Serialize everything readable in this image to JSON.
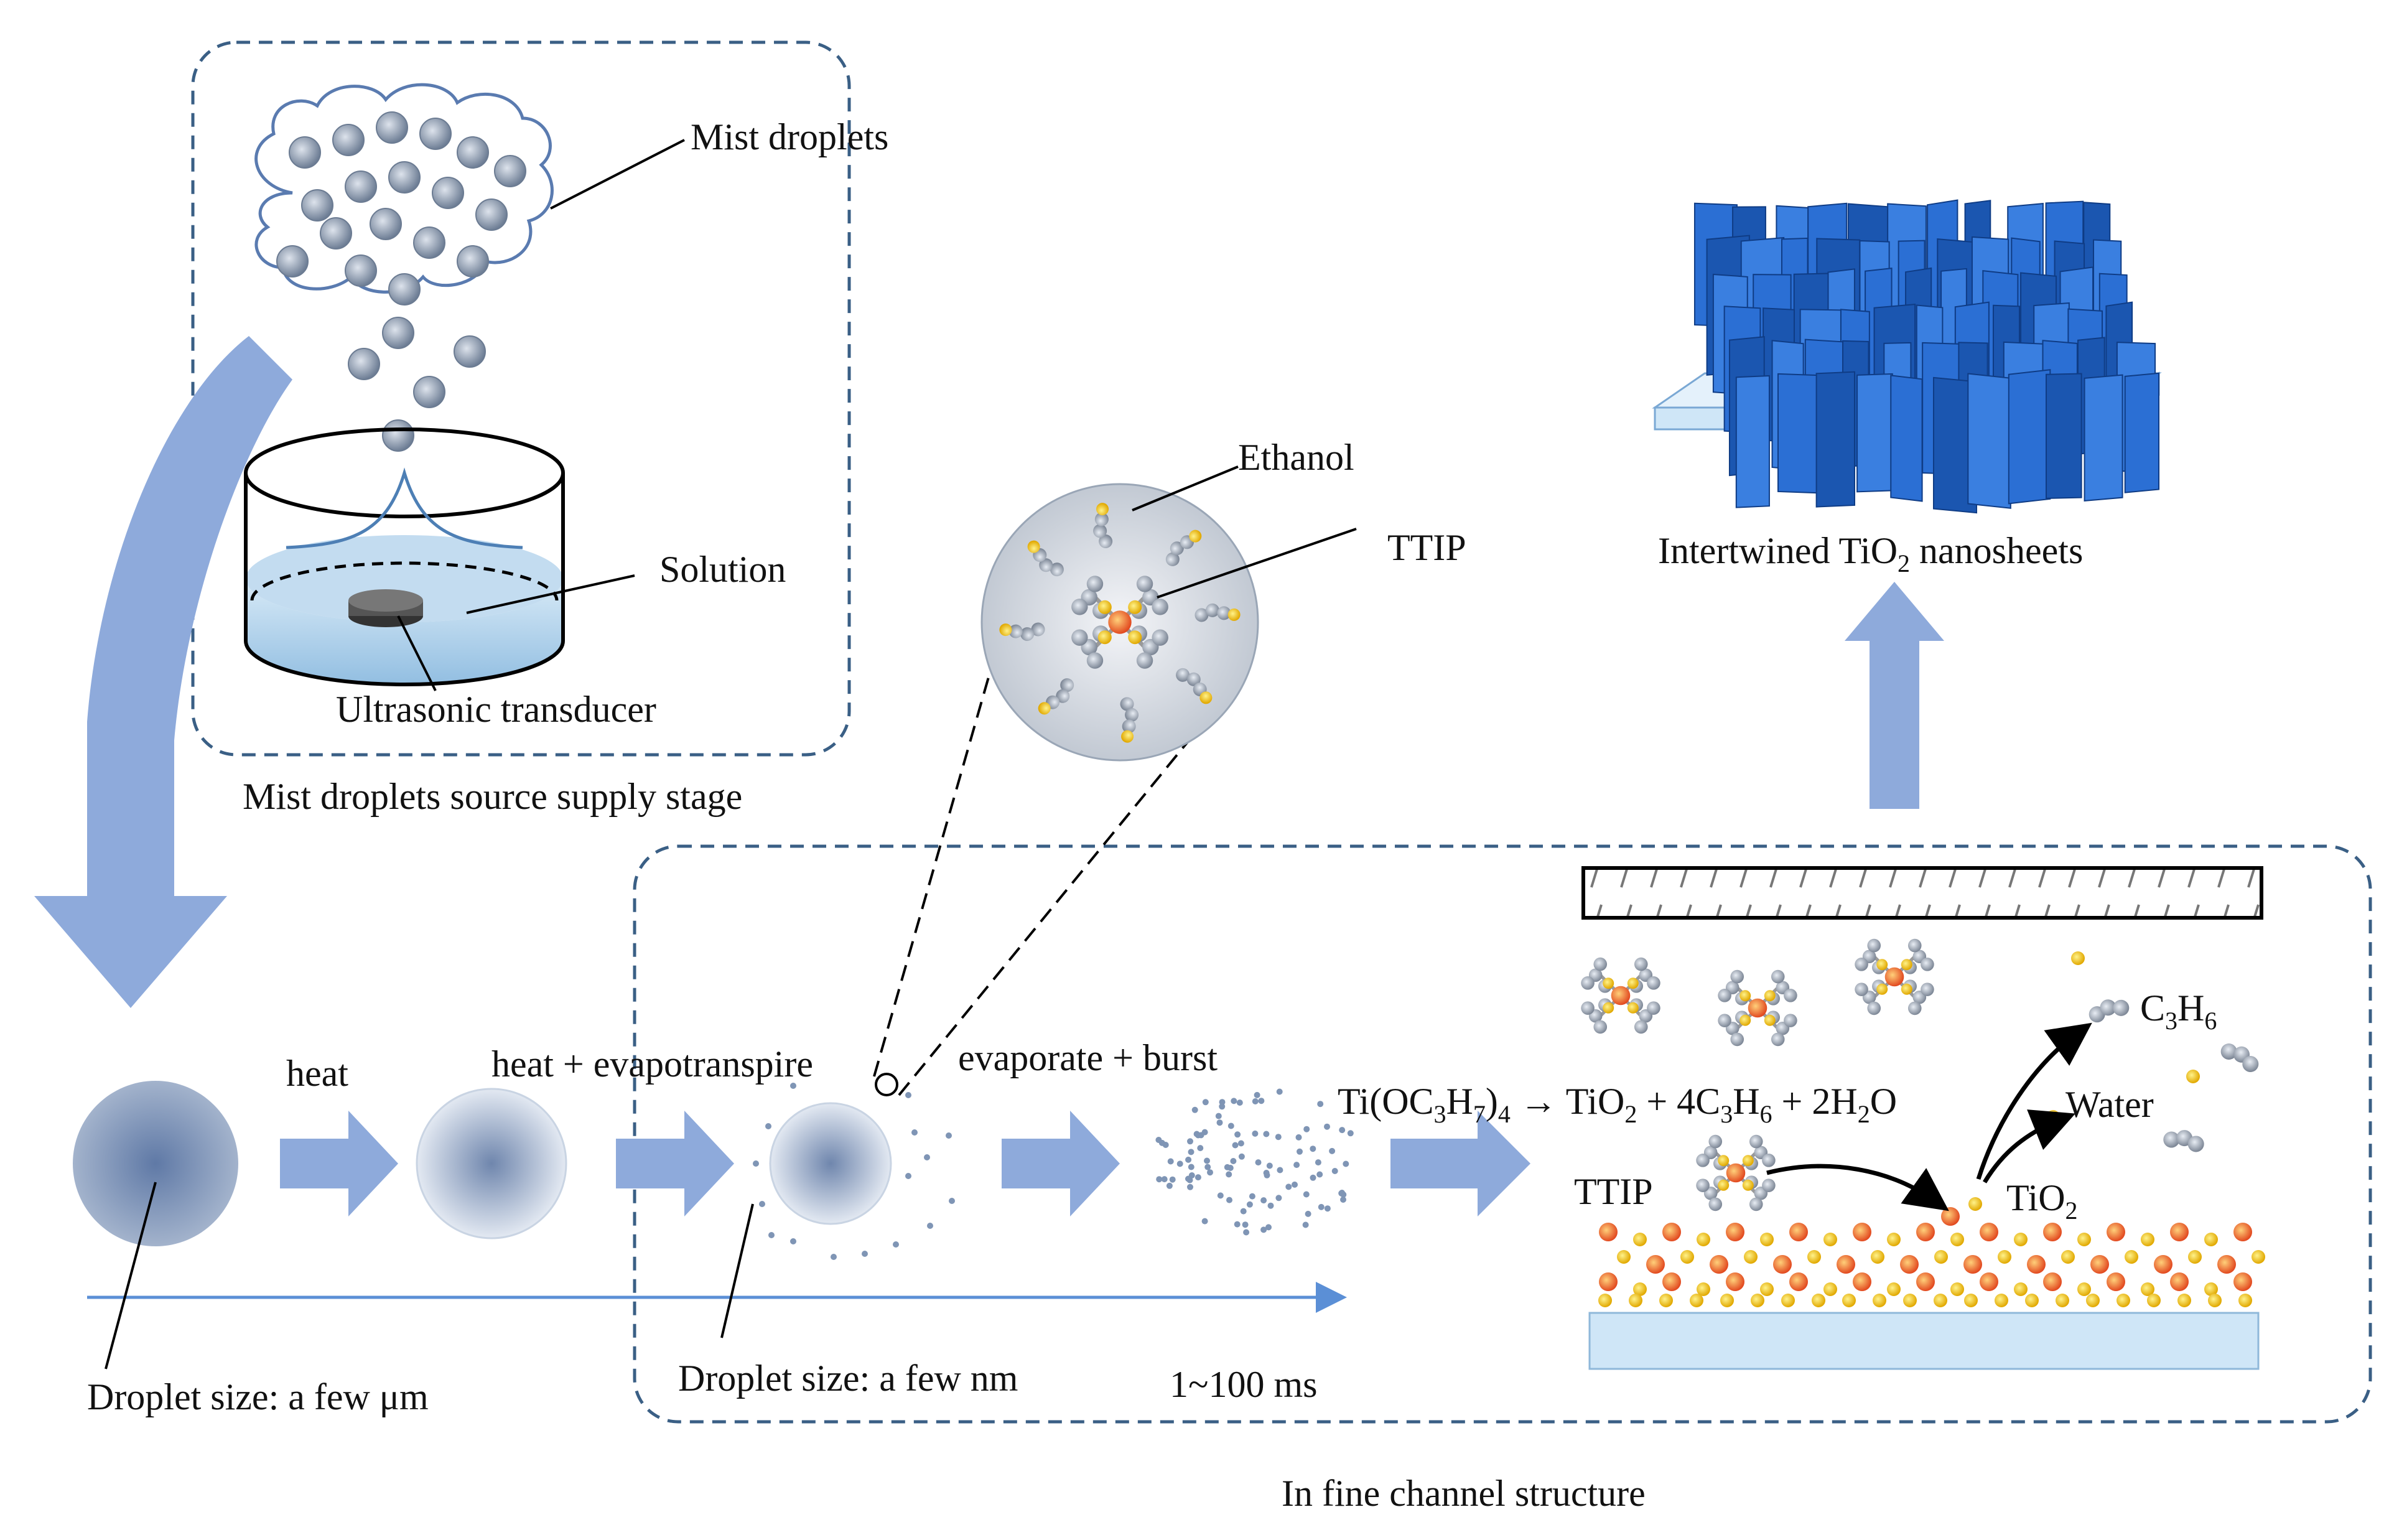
{
  "labels": {
    "mist_droplets": "Mist droplets",
    "solution": "Solution",
    "ultrasonic_transducer": "Ultrasonic transducer",
    "supply_stage": "Mist droplets source supply stage",
    "ethanol": "Ethanol",
    "ttip_zoom": "TTIP",
    "intertwined_pre": "Intertwined TiO",
    "intertwined_sub": "2",
    "intertwined_post": " nanosheets",
    "heat": "heat",
    "heat_evapotranspire": "heat + evapotranspire",
    "evaporate_burst": "evaporate + burst",
    "droplet_um": "Droplet size: a few μm",
    "droplet_nm": "Droplet size: a few nm",
    "time_range": "1~100 ms",
    "fine_channel": "In fine channel structure",
    "ttip_surface": "TTIP",
    "tio2_pre": "TiO",
    "tio2_sub": "2",
    "water": "Water",
    "c3h6_c": "C",
    "c3h6_3": "3",
    "c3h6_h": "H",
    "c3h6_6": "6"
  },
  "equation": {
    "p1": "Ti(OC",
    "s1": "3",
    "p2": "H",
    "s2": "7",
    "p3": ")",
    "s3": "4",
    "p4": " → TiO",
    "s4": "2",
    "p5": " + 4C",
    "s5": "3",
    "p6": "H",
    "s6": "6",
    "p7": " + 2H",
    "s7": "2",
    "p8": "O"
  },
  "colors": {
    "arrow": "#8eaadb",
    "dashed_box": "#3a5f85",
    "nanosheet": "#1f5fc0",
    "substrate": "#cfe6f7",
    "ti_atom": "#e8542a",
    "o_atom": "#f5c400",
    "droplet": "#7f95b5"
  }
}
